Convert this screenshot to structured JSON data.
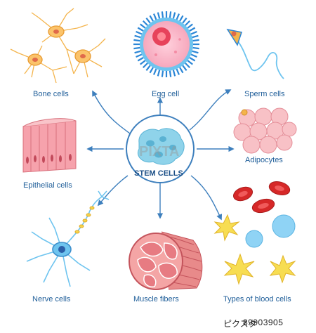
{
  "center": {
    "title": "STEM CELLS"
  },
  "cells": {
    "bone": "Bone cells",
    "egg": "Egg cell",
    "sperm": "Sperm cells",
    "epithelial": "Epithelial cells",
    "adipocytes": "Adipocytes",
    "nerve": "Nerve cells",
    "muscle": "Muscle fibers",
    "blood": "Types of blood  cells"
  },
  "watermark": {
    "brand": "PIXTA",
    "footer_mark": "ピクスタ",
    "image_id": "89903905"
  },
  "colors": {
    "arrow": "#3d7fbd",
    "label": "#1f5e99"
  }
}
